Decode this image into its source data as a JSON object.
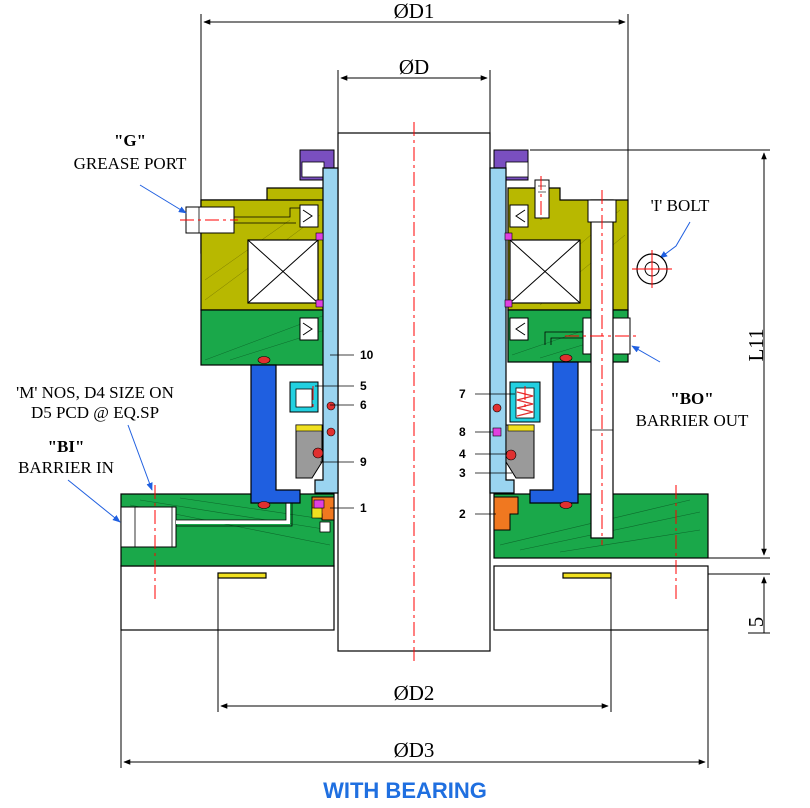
{
  "dimensions": {
    "d1": "ØD1",
    "d": "ØD",
    "d2": "ØD2",
    "d3": "ØD3",
    "l11": "L11",
    "five": "5"
  },
  "labels": {
    "g_code": "\"G\"",
    "g_text": "GREASE PORT",
    "i_bolt": "'I' BOLT",
    "m_line1": "'M' NOS, D4 SIZE ON",
    "m_line2": "D5 PCD @ EQ.SP",
    "bi_code": "\"BI\"",
    "bi_text": "BARRIER IN",
    "bo_code": "\"BO\"",
    "bo_text": "BARRIER OUT"
  },
  "part_numbers": {
    "p1": "1",
    "p2": "2",
    "p3": "3",
    "p4": "4",
    "p5": "5",
    "p6": "6",
    "p7": "7",
    "p8": "8",
    "p9": "9",
    "p10": "10"
  },
  "caption": "WITH BEARING",
  "colors": {
    "olive_housing": "#b8b800",
    "green_gland": "#1aa84a",
    "sleeve_blue": "#9ad4f0",
    "royal_blue": "#1f5fe0",
    "cyan_ring": "#22d0e0",
    "purple": "#7a4fc0",
    "orange": "#f07820",
    "yellow": "#f0e020",
    "grey_face": "#9a9a9a",
    "red_oring": "#e03030",
    "magenta": "#e040e0",
    "caption_blue": "#1f6fe0",
    "centerline_red": "#ff0000"
  }
}
